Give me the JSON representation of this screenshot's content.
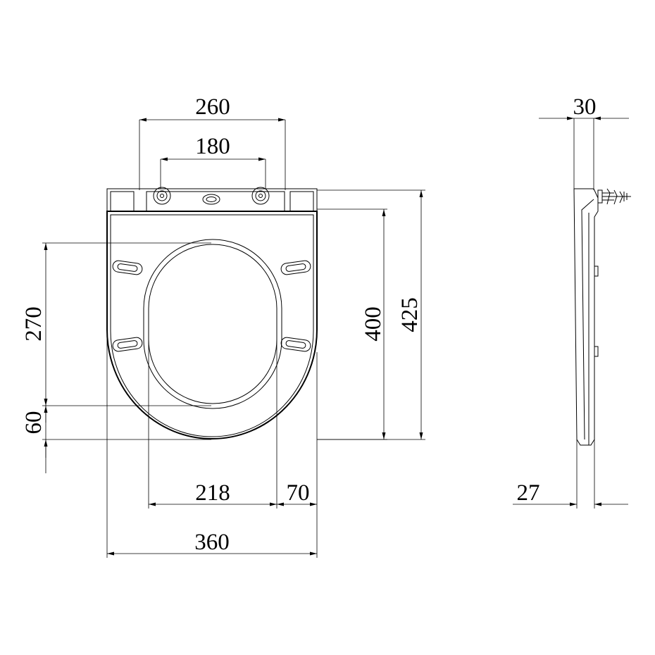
{
  "dimensions": {
    "hinge_outer_spacing": "260",
    "hinge_inner_spacing": "180",
    "opening_length": "270",
    "front_offset": "60",
    "seat_length_inner": "400",
    "seat_length_total": "425",
    "opening_width": "218",
    "rim_width": "70",
    "seat_width": "360",
    "lid_thickness": "30",
    "seat_thickness": "27"
  }
}
